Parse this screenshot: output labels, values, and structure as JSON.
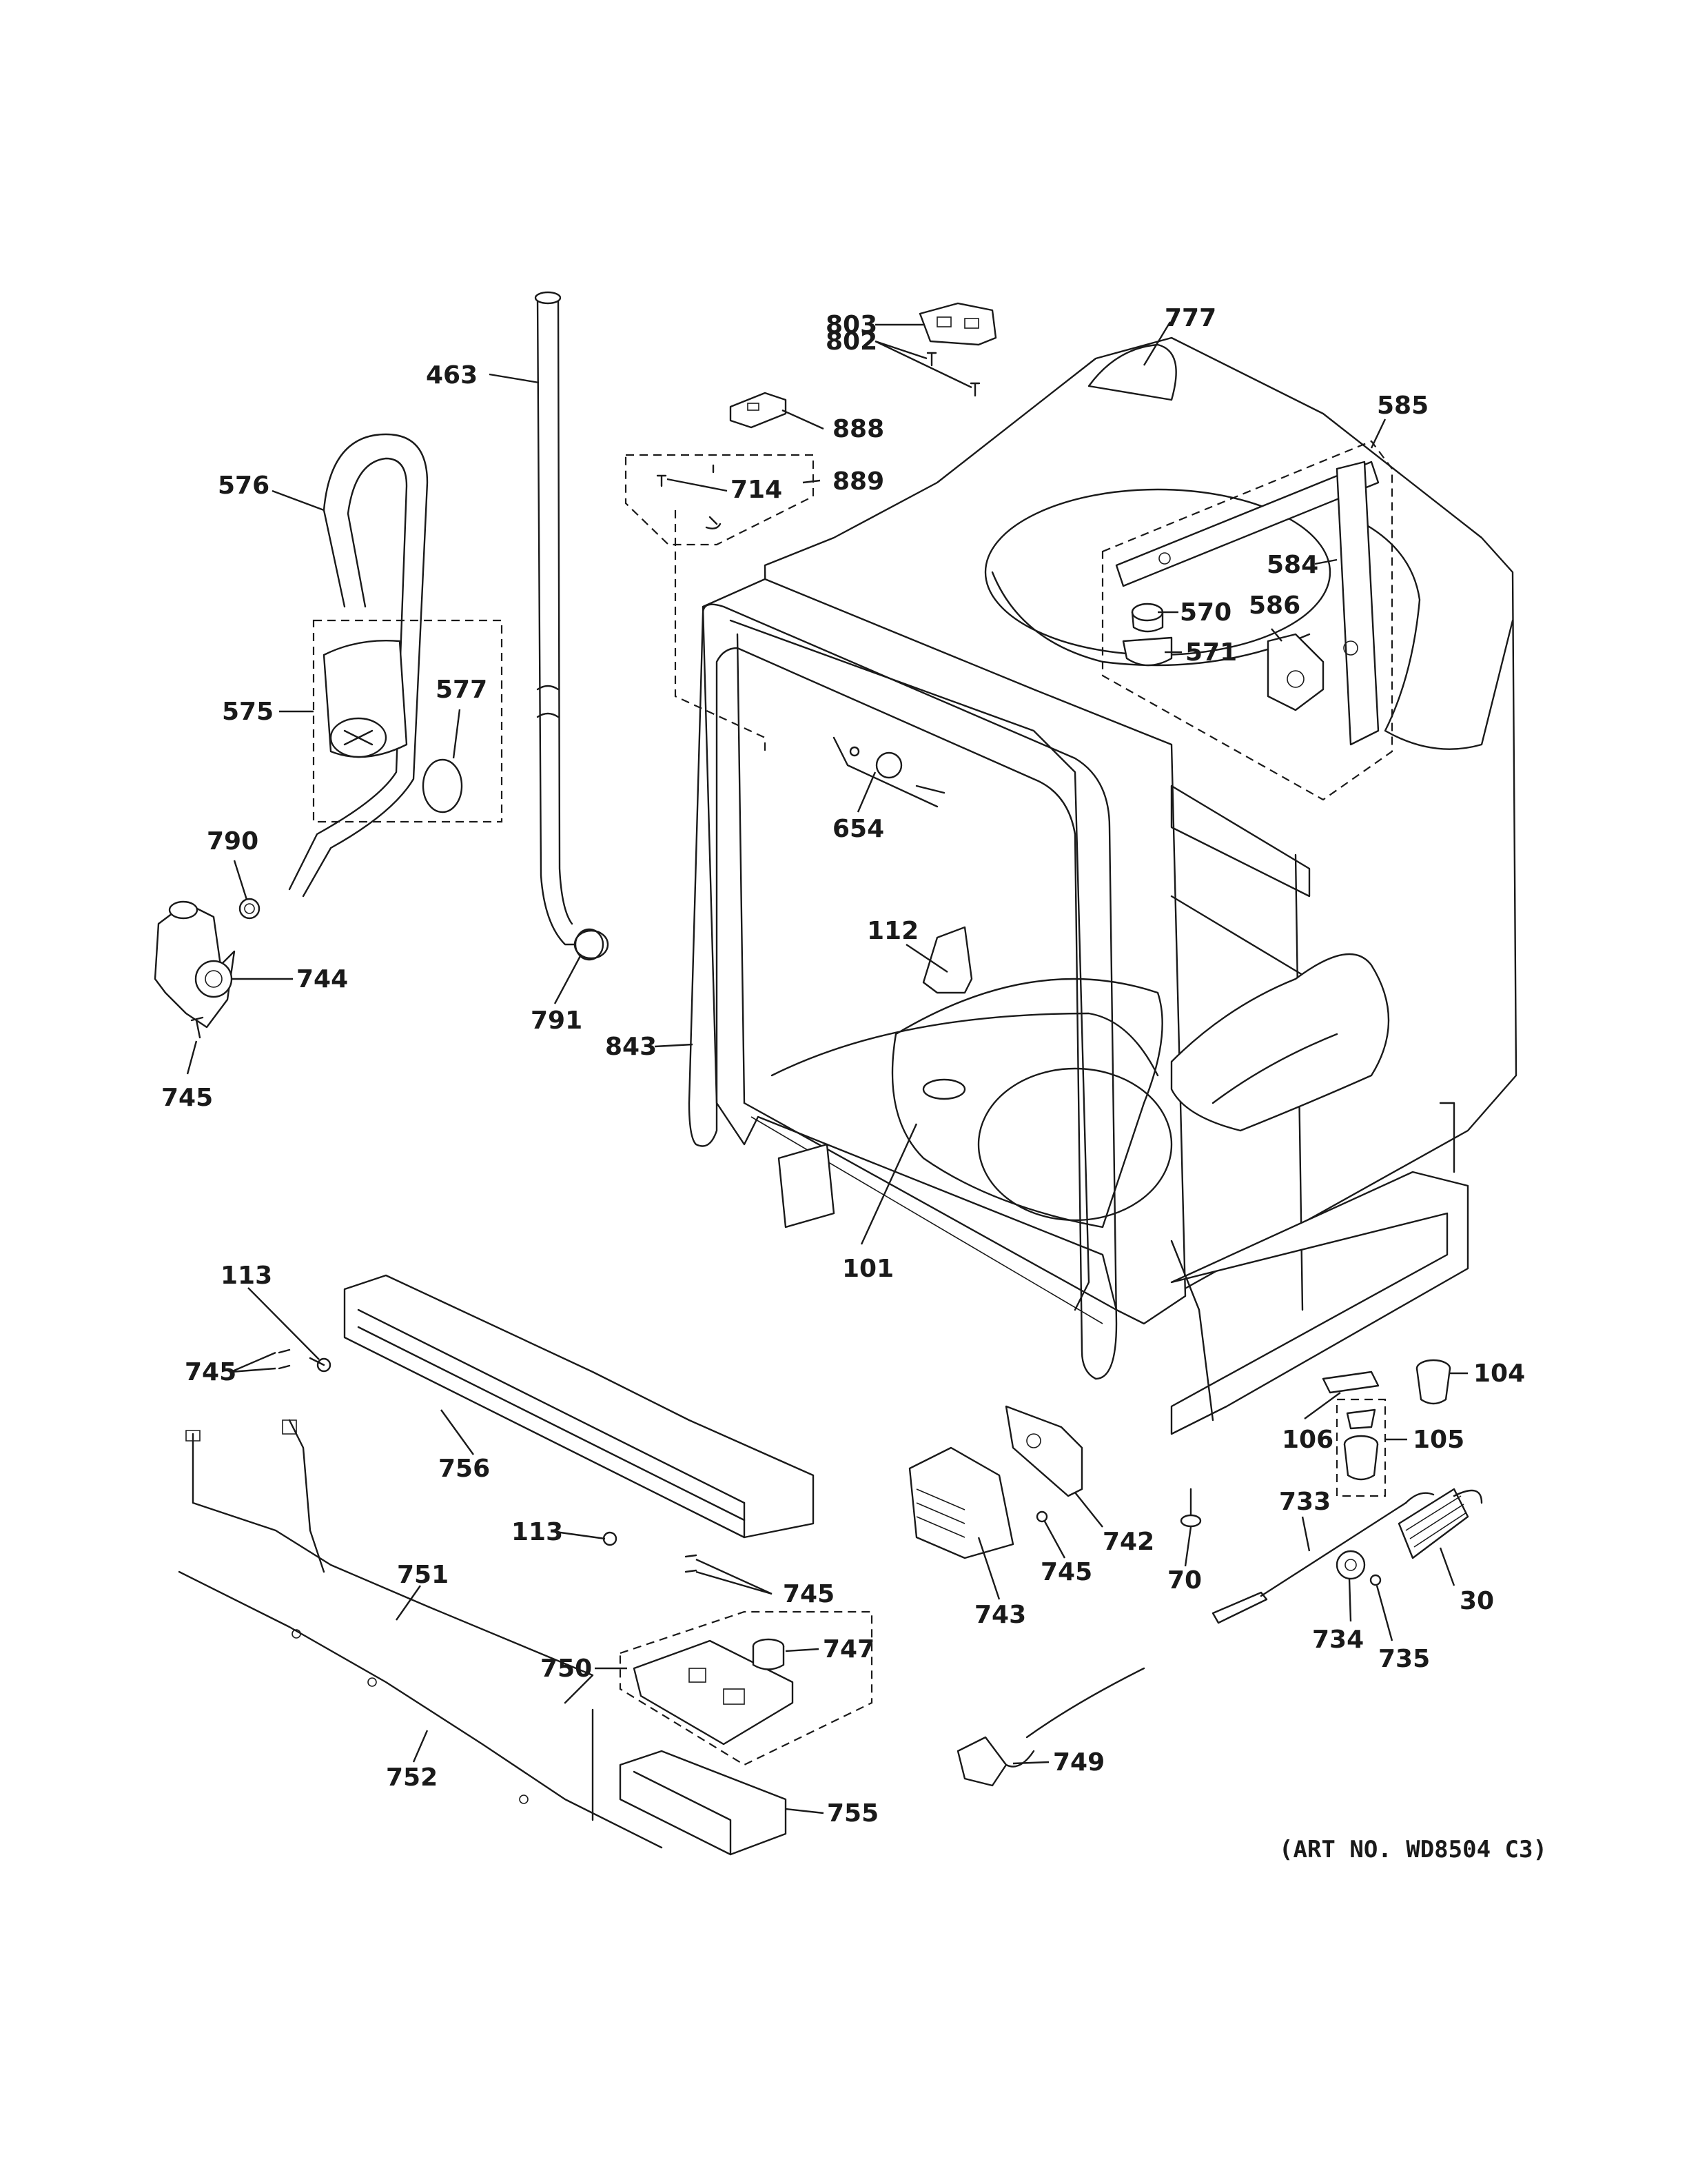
{
  "art_number": "(ART NO. WD8504 C3)",
  "callouts": {
    "c803": "803",
    "c802": "802",
    "c777": "777",
    "c463": "463",
    "c888": "888",
    "c585": "585",
    "c576": "576",
    "c889": "889",
    "c714": "714",
    "c584": "584",
    "c570": "570",
    "c586": "586",
    "c571": "571",
    "c575": "575",
    "c577": "577",
    "c654": "654",
    "c790": "790",
    "c112": "112",
    "c744": "744",
    "c791": "791",
    "c843": "843",
    "c745a": "745",
    "c101": "101",
    "c113a": "113",
    "c745b": "745",
    "c104": "104",
    "c106": "106",
    "c105": "105",
    "c756": "756",
    "c742": "742",
    "c733": "733",
    "c113b": "113",
    "c745c": "745",
    "c751": "751",
    "c745d": "745",
    "c70": "70",
    "c30": "30",
    "c743": "743",
    "c747": "747",
    "c734": "734",
    "c735": "735",
    "c750": "750",
    "c749": "749",
    "c752": "752",
    "c755": "755"
  }
}
